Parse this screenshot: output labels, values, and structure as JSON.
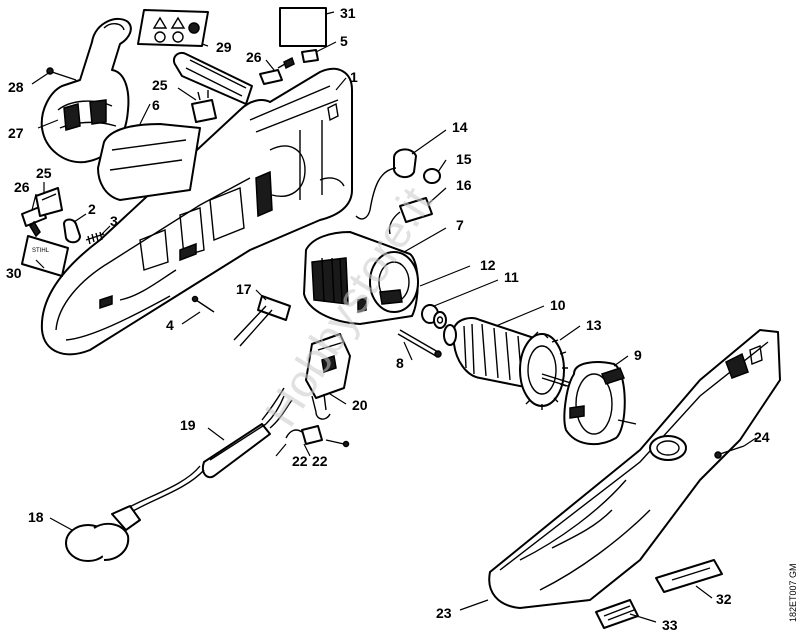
{
  "diagram": {
    "watermark": "Hobbystore.it",
    "drawing_code": "182ET007 GM",
    "housing_brand": "STIHL",
    "callouts": {
      "c1": "1",
      "c2": "2",
      "c3": "3",
      "c4": "4",
      "c5": "5",
      "c6": "6",
      "c7": "7",
      "c8": "8",
      "c9": "9",
      "c10": "10",
      "c11": "11",
      "c12": "12",
      "c13": "13",
      "c14": "14",
      "c15": "15",
      "c16": "16",
      "c17": "17",
      "c18": "18",
      "c19": "19",
      "c20": "20",
      "c22a": "22",
      "c22b": "22",
      "c23": "23",
      "c24": "24",
      "c25a": "25",
      "c25b": "25",
      "c26a": "26",
      "c26b": "26",
      "c27": "27",
      "c28": "28",
      "c29": "29",
      "c30": "30",
      "c31": "31",
      "c32": "32",
      "c33": "33"
    }
  }
}
